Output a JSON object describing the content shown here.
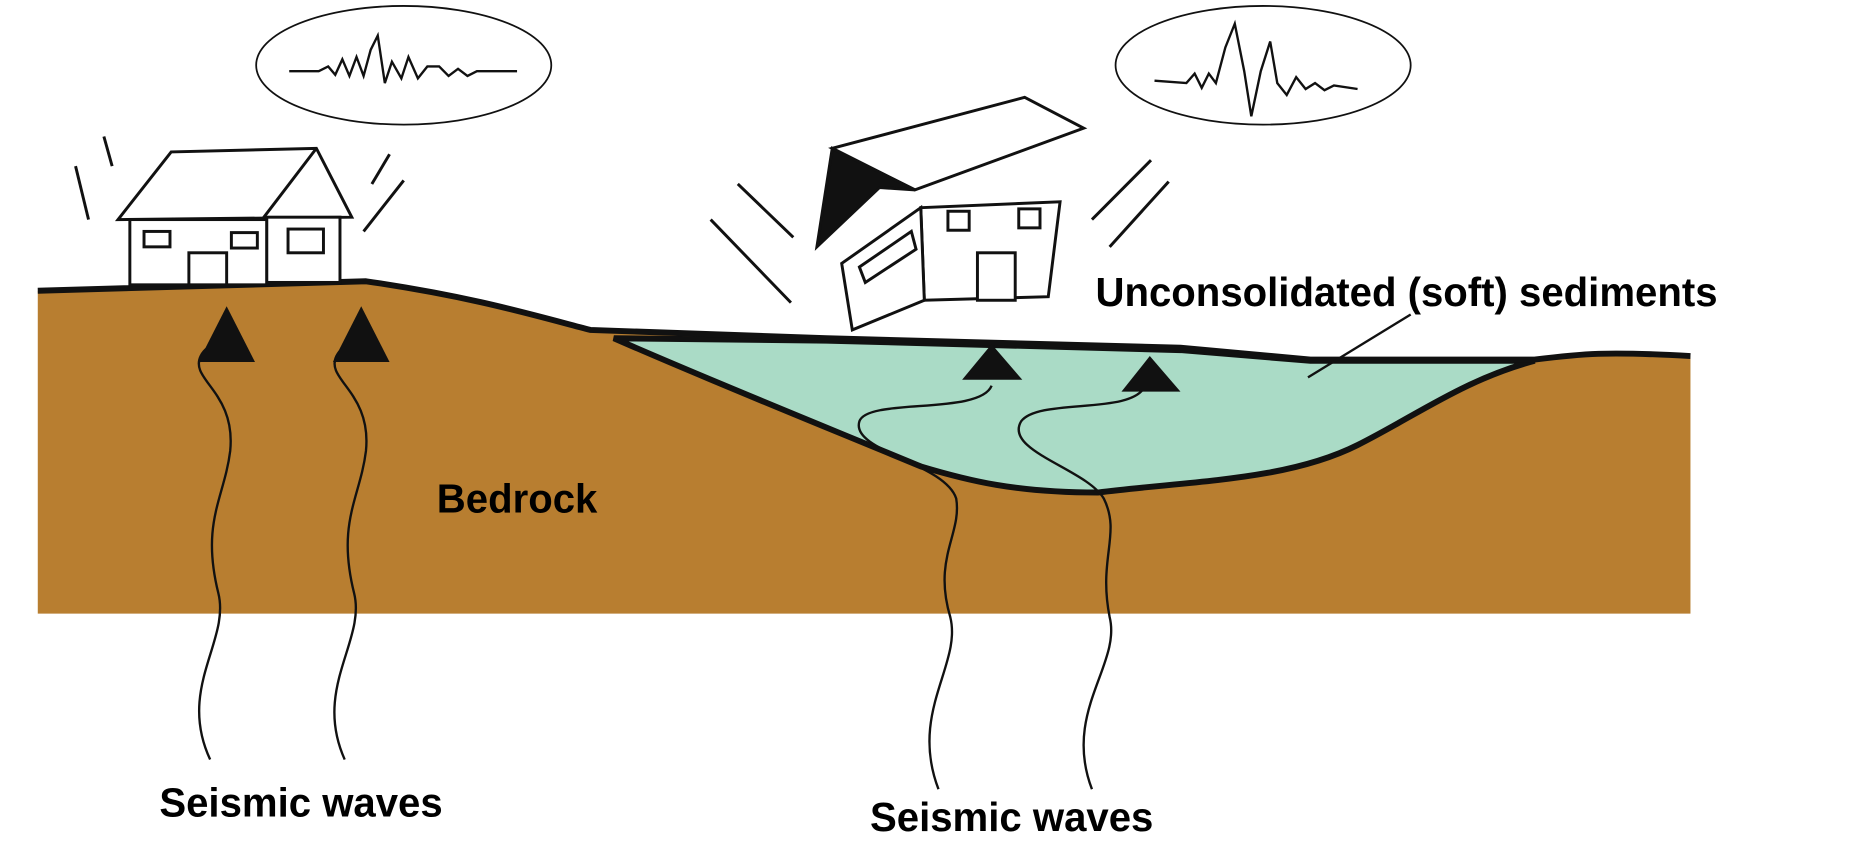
{
  "labels": {
    "sediments": "Unconsolidated (soft) sediments",
    "bedrock": "Bedrock",
    "waves_left": "Seismic waves",
    "waves_right": "Seismic waves"
  },
  "colors": {
    "bedrock": "#B87E30",
    "sediment": "#AADBC6",
    "outline": "#111111"
  }
}
